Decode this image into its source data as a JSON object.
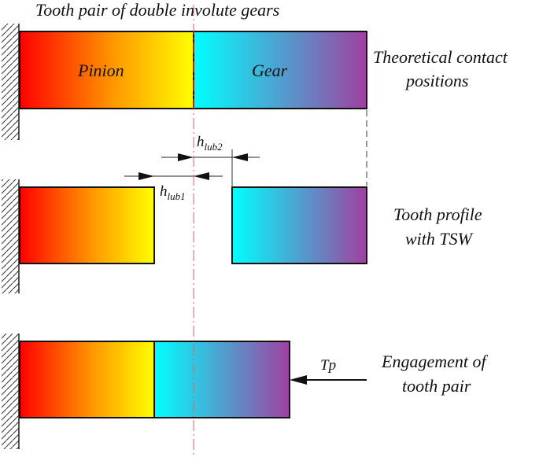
{
  "title": "Tooth pair of double involute gears",
  "boxes": {
    "pinion_label": "Pinion",
    "gear_label": "Gear"
  },
  "side_labels": {
    "row1_line1": "Theoretical contact",
    "row1_line2": "positions",
    "row2_line1": "Tooth profile",
    "row2_line2": "with TSW",
    "row3_line1": "Engagement of",
    "row3_line2": "tooth pair"
  },
  "dimensions": {
    "hlub2_main": "h",
    "hlub2_sub": "lub2",
    "hlub1_main": "h",
    "hlub1_sub": "lub1"
  },
  "force_label": "Tp",
  "colors": {
    "pinion_start": "#ff0000",
    "pinion_mid": "#ff9a00",
    "pinion_end": "#ffff00",
    "gear_start": "#00ffff",
    "gear_end": "#a040a0",
    "centerline": "#e06060"
  }
}
